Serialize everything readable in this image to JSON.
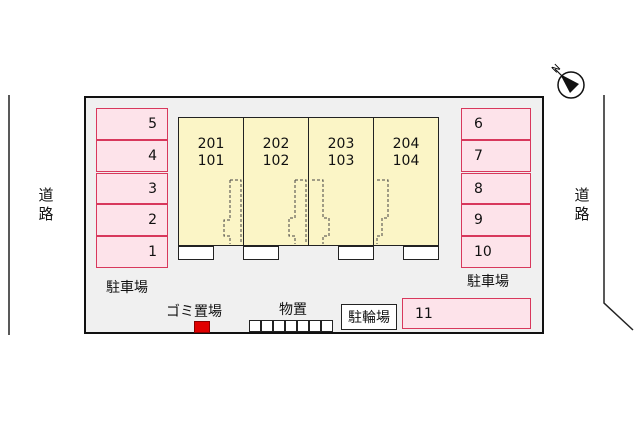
{
  "roads": {
    "left": "道路",
    "right": "道路"
  },
  "compass": {
    "north_label": "N"
  },
  "parking": {
    "left_label": "駐車場",
    "right_label": "駐車場",
    "left_spaces": [
      "5",
      "4",
      "3",
      "2",
      "1"
    ],
    "right_spaces": [
      "6",
      "7",
      "8",
      "9",
      "10"
    ],
    "bottom_space": "11"
  },
  "building": {
    "units": [
      {
        "upper": "201",
        "lower": "101"
      },
      {
        "upper": "202",
        "lower": "102"
      },
      {
        "upper": "203",
        "lower": "103"
      },
      {
        "upper": "204",
        "lower": "104"
      }
    ]
  },
  "facilities": {
    "garbage_label": "ゴミ置場",
    "storage_label": "物置",
    "bicycle_label": "駐輪場"
  },
  "colors": {
    "parking_fill": "#fde3ea",
    "parking_border": "#d8385c",
    "building_fill": "#fbf5c6",
    "garbage_marker": "#e00000",
    "lot_fill": "#f0f0f0"
  }
}
